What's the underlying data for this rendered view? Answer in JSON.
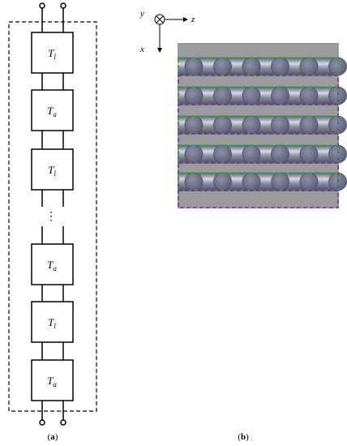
{
  "panel_a": {
    "blocks": [
      {
        "symbol": "T",
        "subscript": "l"
      },
      {
        "symbol": "T",
        "subscript": "a"
      },
      {
        "symbol": "T",
        "subscript": "l"
      },
      {
        "symbol": "T",
        "subscript": "a"
      },
      {
        "symbol": "T",
        "subscript": "l"
      },
      {
        "symbol": "T",
        "subscript": "a"
      }
    ],
    "ellipsis": "⋮",
    "caption_open": "(",
    "caption_letter": "a",
    "caption_close": ")"
  },
  "panel_b": {
    "axes": {
      "y": "y",
      "z": "z",
      "x": "x"
    },
    "particles_per_row": 6,
    "particle_rows": 5,
    "colors": {
      "substrate": "#9b9b9b",
      "particle": "#6f7188",
      "particle_edge": "#4a4c60",
      "green_box": "#2fa84a",
      "purple_box": "#7a2f9c"
    },
    "caption_open": "(",
    "caption_letter": "b",
    "caption_close": ")"
  }
}
